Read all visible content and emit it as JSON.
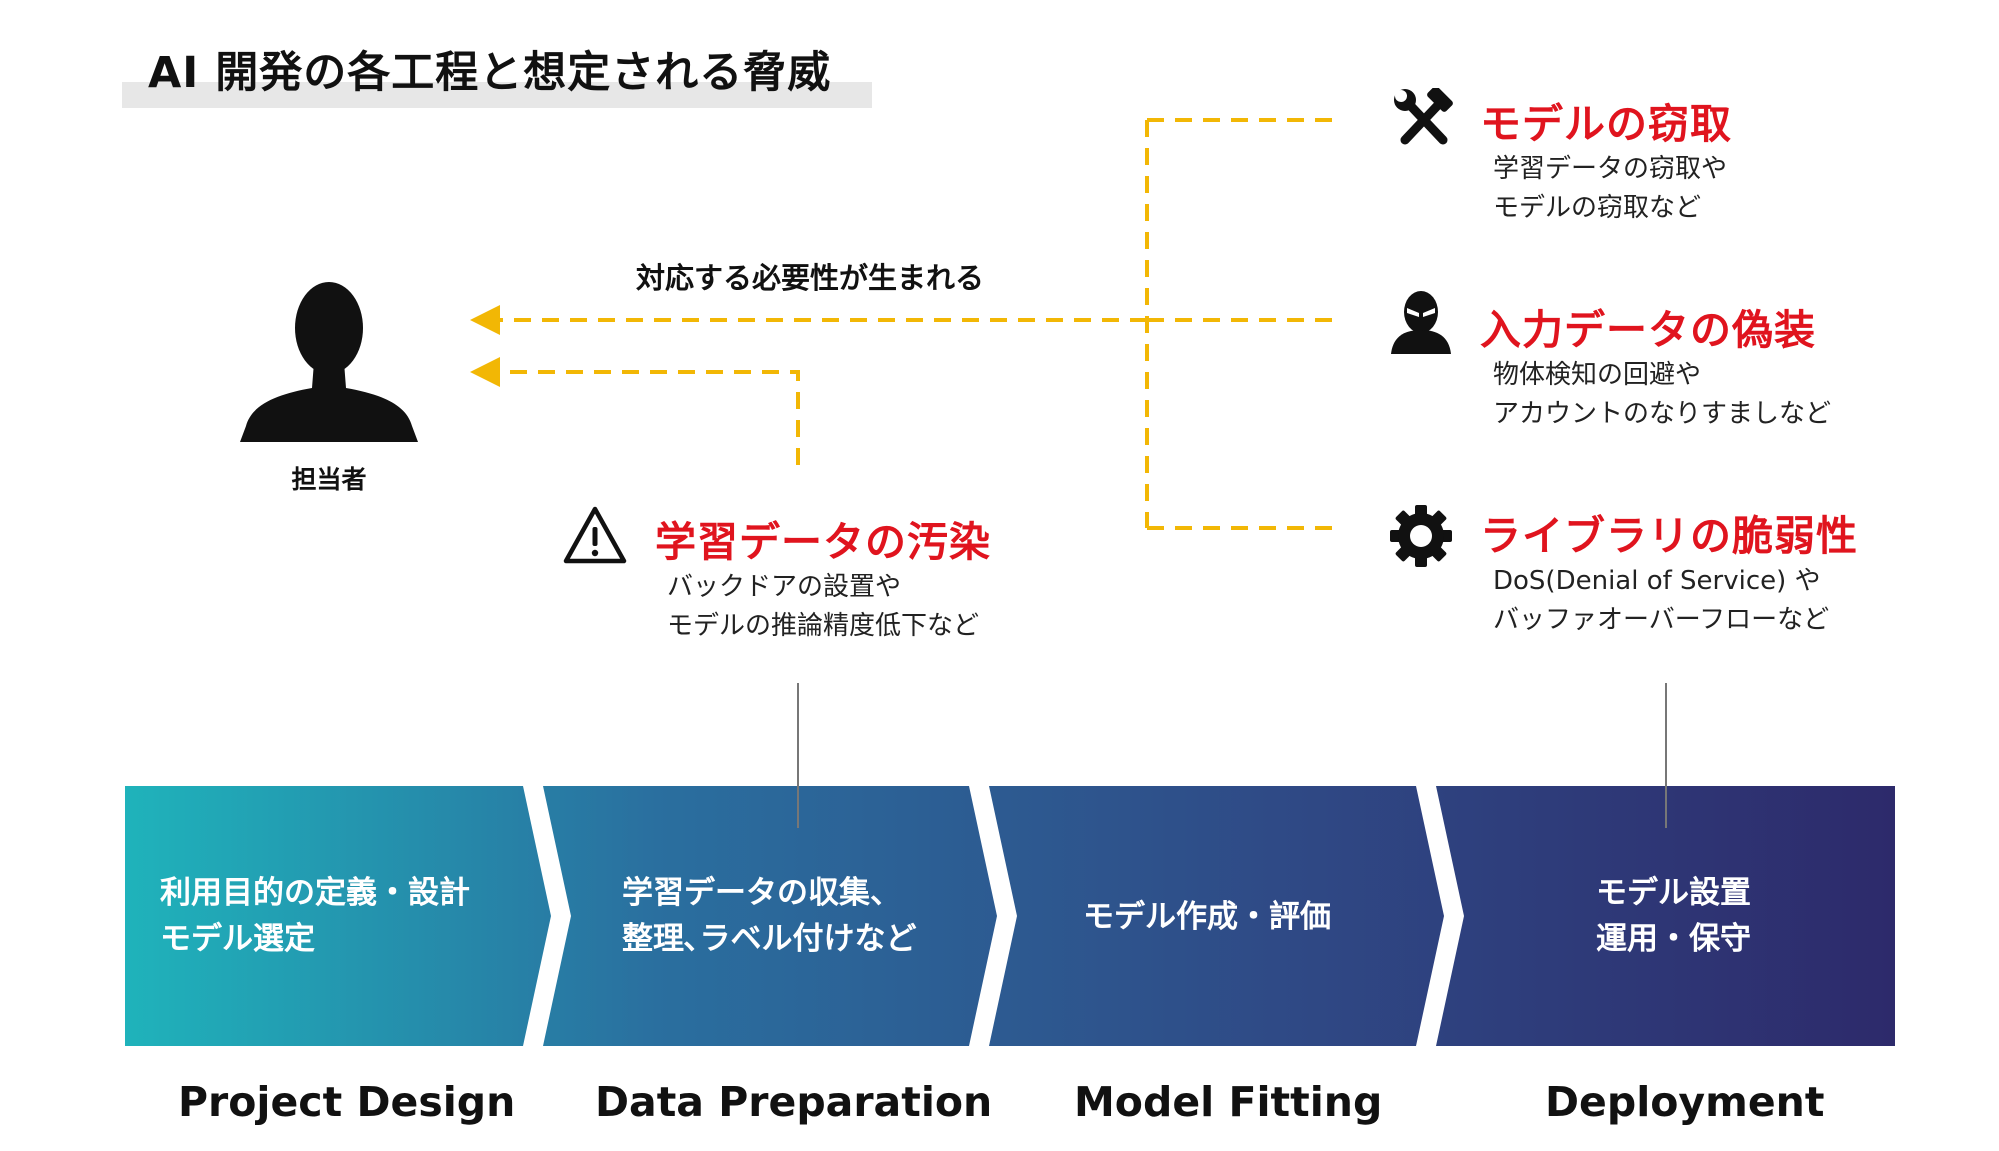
{
  "title": "AI 開発の各工程と想定される脅威",
  "person": {
    "label": "担当者",
    "icon": "person-silhouette-icon"
  },
  "need_label": "対応する必要性が生まれる",
  "threats": {
    "theft": {
      "icon": "wrench-hammer-icon",
      "title": "モデルの窃取",
      "desc": [
        "学習データの窃取や",
        "モデルの窃取など"
      ]
    },
    "spoofing": {
      "icon": "masked-villain-icon",
      "title": "入力データの偽装",
      "desc": [
        "物体検知の回避や",
        "アカウントのなりすましなど"
      ]
    },
    "library": {
      "icon": "gear-icon",
      "title": "ライブラリの脆弱性",
      "desc": [
        "DoS(Denial of Service) や",
        "バッファオーバーフローなど"
      ]
    },
    "poisoning": {
      "icon": "warning-triangle-icon",
      "title": "学習データの汚染",
      "desc": [
        "バックドアの設置や",
        "モデルの推論精度低下など"
      ]
    }
  },
  "stages": [
    {
      "lines": [
        "利用目的の定義・設計",
        "モデル選定"
      ],
      "phase": "Project Design"
    },
    {
      "lines": [
        "学習データの収集、",
        "整理､ラベル付けなど"
      ],
      "phase": "Data Preparation"
    },
    {
      "lines": [
        "モデル作成・評価"
      ],
      "phase": "Model Fitting"
    },
    {
      "lines": [
        "モデル設置",
        "運用・保守"
      ],
      "phase": "Deployment"
    }
  ],
  "colors": {
    "threat_title": "#e0141e",
    "dashed_connector": "#f2b705",
    "arrow_start": "#1fb3bb",
    "arrow_end": "#2d2a6b"
  }
}
